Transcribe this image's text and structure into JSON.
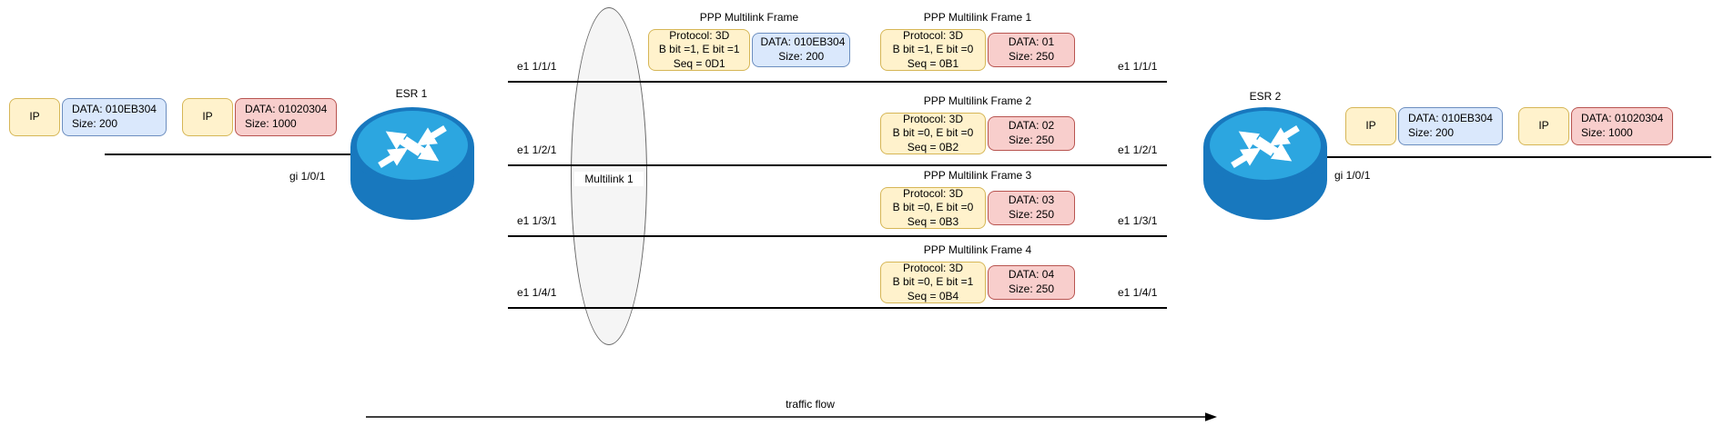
{
  "diagram_type": "ppp-multilink-fragmentation-diagram",
  "colors": {
    "yellow_fill": "#FFF2CC",
    "yellow_border": "#D6B656",
    "blue_fill": "#DAE8FC",
    "blue_border": "#6C8EBF",
    "red_fill": "#F8CECC",
    "red_border": "#B85450",
    "bundle_fill": "#F5F5F5",
    "bundle_border": "#666666",
    "router_face": "#2CA6E0",
    "router_body": "#1878BE",
    "line_color": "#000000"
  },
  "routers": {
    "esr1": {
      "name": "ESR 1",
      "wan_interface": "gi 1/0/1"
    },
    "esr2": {
      "name": "ESR 2",
      "wan_interface": "gi 1/0/1"
    }
  },
  "packets": {
    "left": [
      {
        "header": "IP",
        "data": "DATA: 010EB304",
        "size": "Size: 200"
      },
      {
        "header": "IP",
        "data": "DATA: 01020304",
        "size": "Size: 1000"
      }
    ],
    "right": [
      {
        "header": "IP",
        "data": "DATA: 010EB304",
        "size": "Size: 200"
      },
      {
        "header": "IP",
        "data": "DATA: 01020304",
        "size": "Size: 1000"
      }
    ]
  },
  "bundle": {
    "label": "Multilink 1"
  },
  "links": [
    {
      "left_label": "e1 1/1/1",
      "right_label": "e1 1/1/1"
    },
    {
      "left_label": "e1 1/2/1",
      "right_label": "e1 1/2/1"
    },
    {
      "left_label": "e1 1/3/1",
      "right_label": "e1 1/3/1"
    },
    {
      "left_label": "e1 1/4/1",
      "right_label": "e1 1/4/1"
    }
  ],
  "frames": [
    {
      "title": "PPP Multilink Frame",
      "protocol": "Protocol: 3D",
      "flags": "B bit =1, E bit =1",
      "seq": "Seq = 0D1",
      "data": "DATA: 010EB304",
      "size": "Size: 200"
    },
    {
      "title": "PPP Multilink Frame 1",
      "protocol": "Protocol: 3D",
      "flags": "B bit =1, E bit =0",
      "seq": "Seq = 0B1",
      "data": "DATA: 01",
      "size": "Size: 250"
    },
    {
      "title": "PPP Multilink Frame 2",
      "protocol": "Protocol: 3D",
      "flags": "B bit =0, E bit =0",
      "seq": "Seq = 0B2",
      "data": "DATA: 02",
      "size": "Size: 250"
    },
    {
      "title": "PPP Multilink Frame 3",
      "protocol": "Protocol: 3D",
      "flags": "B bit =0, E bit =0",
      "seq": "Seq = 0B3",
      "data": "DATA: 03",
      "size": "Size: 250"
    },
    {
      "title": "PPP Multilink Frame 4",
      "protocol": "Protocol: 3D",
      "flags": "B bit =0, E bit =1",
      "seq": "Seq = 0B4",
      "data": "DATA: 04",
      "size": "Size: 250"
    }
  ],
  "traffic_flow": {
    "label": "traffic flow"
  }
}
